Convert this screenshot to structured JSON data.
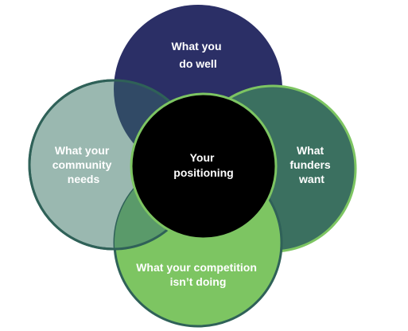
{
  "diagram": {
    "circles": {
      "top": {
        "lines": [
          "What you",
          "do well"
        ],
        "fill": "#2b2f66"
      },
      "left": {
        "lines": [
          "What your",
          "community",
          "needs"
        ],
        "fill": "#9ab8b0",
        "stroke": "#2f6158"
      },
      "right": {
        "lines": [
          "What",
          "funders",
          "want"
        ],
        "fill": "#3b7060",
        "stroke": "#7dc562"
      },
      "bottom": {
        "lines": [
          "What your competition",
          "isn’t doing"
        ],
        "fill": "#7dc562",
        "stroke": "#2f6158"
      },
      "center": {
        "lines": [
          "Your",
          "positioning"
        ],
        "fill": "#000000",
        "stroke": "#7dc562"
      }
    },
    "overlaps": {
      "top_left": "#314a66",
      "left_bottom": "#5a9a6a"
    }
  }
}
